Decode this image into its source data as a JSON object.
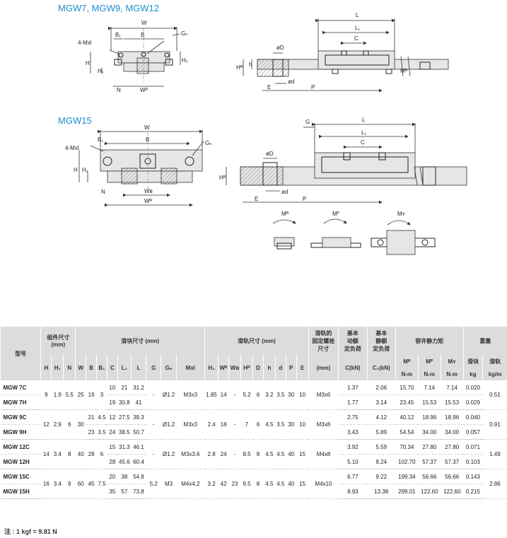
{
  "titles": {
    "top": "MGW7, MGW9, MGW12",
    "mid": "MGW15"
  },
  "dim_labels": {
    "W": "W",
    "B": "B",
    "B1": "B₁",
    "Gn": "Gₙ",
    "Mxl": "4-Mxl",
    "H": "H",
    "H1": "H₁",
    "H2": "H₂",
    "N": "N",
    "WR": "Wᴿ",
    "WB": "Wʙ",
    "L": "L",
    "L1": "L₁",
    "C": "C",
    "D": "øD",
    "d": "ød",
    "h": "h",
    "HR": "Hᴿ",
    "E": "E",
    "P": "P",
    "G": "G",
    "MR": "Mᴿ",
    "MP": "Mᴾ",
    "MY": "Mʏ"
  },
  "table": {
    "header": {
      "model": "型号",
      "assembly": "组件尺寸\n(mm)",
      "block": "滑块尺寸 (mm)",
      "rail": "滑轨尺寸 (mm)",
      "bolt": "滑轨的\n固定螺栓\n尺寸",
      "dyn": "基本\n动额\n定负荷",
      "stat": "基本\n静额\n定负荷",
      "moment": "容许静力矩",
      "weight": "重量",
      "w_block": "滑块",
      "w_rail": "滑轨"
    },
    "cols": [
      "H",
      "H₁",
      "N",
      "W",
      "B",
      "B₁",
      "C",
      "L₁",
      "L",
      "G",
      "Gₙ",
      "Mxl",
      "H₂",
      "Wᴿ",
      "Wʙ",
      "Hᴿ",
      "D",
      "h",
      "d",
      "P",
      "E",
      "(mm)",
      "C(kN)",
      "C₀(kN)",
      "Mᴿ",
      "Mᴾ",
      "Mʏ",
      "kg",
      "kg/m"
    ],
    "moment_units": [
      "N-m",
      "N-m",
      "N-m"
    ],
    "rows": [
      {
        "model": "MGW 7C",
        "C": "10",
        "L1": "21",
        "L": "31.2",
        "C_kN": "1.37",
        "C0": "2.06",
        "MR": "15.70",
        "MP": "7.14",
        "MY": "7.14",
        "kg": "0.020"
      },
      {
        "model": "MGW 7H",
        "C": "19",
        "L1": "30.8",
        "L": "41",
        "C_kN": "1.77",
        "C0": "3.14",
        "MR": "23.45",
        "MP": "15.53",
        "MY": "15.53",
        "kg": "0.029"
      },
      {
        "model": "MGW 9C",
        "B": "21",
        "B1": "4.5",
        "C": "12",
        "L1": "27.5",
        "L": "39.3",
        "C_kN": "2.75",
        "C0": "4.12",
        "MR": "40.12",
        "MP": "18.96",
        "MY": "18.96",
        "kg": "0.040"
      },
      {
        "model": "MGW 9H",
        "B": "23",
        "B1": "3.5",
        "C": "24",
        "L1": "38.5",
        "L": "50.7",
        "C_kN": "3.43",
        "C0": "5.89",
        "MR": "54.54",
        "MP": "34.00",
        "MY": "34.00",
        "kg": "0.057"
      },
      {
        "model": "MGW 12C",
        "C": "15",
        "L1": "31.3",
        "L": "46.1",
        "C_kN": "3.92",
        "C0": "5.59",
        "MR": "70.34",
        "MP": "27.80",
        "MY": "27.80",
        "kg": "0.071"
      },
      {
        "model": "MGW 12H",
        "C": "28",
        "L1": "45.6",
        "L": "60.4",
        "C_kN": "5.10",
        "C0": "8.24",
        "MR": "102.70",
        "MP": "57.37",
        "MY": "57.37",
        "kg": "0.103"
      },
      {
        "model": "MGW 15C",
        "C": "20",
        "L1": "38",
        "L": "54.8",
        "C_kN": "6.77",
        "C0": "9.22",
        "MR": "199.34",
        "MP": "56.66",
        "MY": "56.66",
        "kg": "0.143"
      },
      {
        "model": "MGW 15H",
        "C": "35",
        "L1": "57",
        "L": "73.8",
        "C_kN": "8.93",
        "C0": "13.38",
        "MR": "299.01",
        "MP": "122.60",
        "MY": "122.60",
        "kg": "0.215"
      }
    ],
    "groups": [
      {
        "H": "9",
        "H1": "1.9",
        "N": "5.5",
        "W": "25",
        "B": "19",
        "B1": "3",
        "G": "-",
        "Gn": "Ø1.2",
        "Mxl": "M3x3",
        "H2": "1.85",
        "WR": "14",
        "WB": "-",
        "HR": "5.2",
        "D": "6",
        "h": "3.2",
        "d": "3.5",
        "P": "30",
        "E": "10",
        "bolt": "M3x6",
        "kgm": "0.51"
      },
      {
        "H": "12",
        "H1": "2.9",
        "N": "6",
        "W": "30",
        "G": "-",
        "Gn": "Ø1.2",
        "Mxl": "M3x3",
        "H2": "2.4",
        "WR": "18",
        "WB": "-",
        "HR": "7",
        "D": "6",
        "h": "4.5",
        "d": "3.5",
        "P": "30",
        "E": "10",
        "bolt": "M3x8",
        "kgm": "0.91"
      },
      {
        "H": "14",
        "H1": "3.4",
        "N": "8",
        "W": "40",
        "B": "28",
        "B1": "6",
        "G": "-",
        "Gn": "Ø1.2",
        "Mxl": "M3x3.6",
        "H2": "2.8",
        "WR": "24",
        "WB": "-",
        "HR": "8.5",
        "D": "8",
        "h": "4.5",
        "d": "4.5",
        "P": "40",
        "E": "15",
        "bolt": "M4x8",
        "kgm": "1.49"
      },
      {
        "H": "16",
        "H1": "3.4",
        "N": "9",
        "W": "60",
        "B": "45",
        "B1": "7.5",
        "G": "5.2",
        "Gn": "M3",
        "Mxl": "M4x4.2",
        "H2": "3.2",
        "WR": "42",
        "WB": "23",
        "HR": "9.5",
        "D": "8",
        "h": "4.5",
        "d": "4.5",
        "P": "40",
        "E": "15",
        "bolt": "M4x10",
        "kgm": "2.86"
      }
    ],
    "note": "注 : 1 kgf = 9.81 N"
  }
}
